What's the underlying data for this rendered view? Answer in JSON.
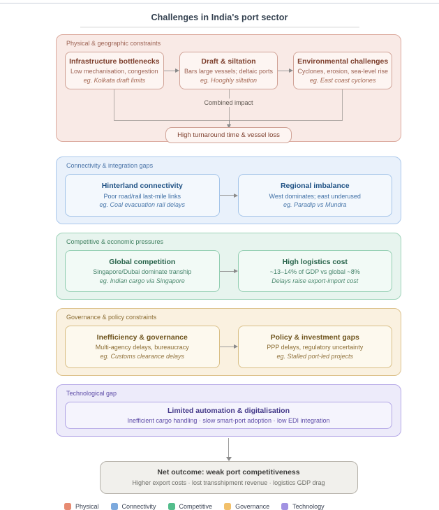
{
  "title": "Challenges in India's port sector",
  "sections": [
    {
      "label": "Physical & geographic constraints",
      "accent": "#e78b72",
      "boxes": [
        {
          "title": "Infrastructure bottlenecks",
          "subtitle": "Low mechanisation, congestion",
          "example": "eg. Kolkata draft limits"
        },
        {
          "title": "Draft & siltation",
          "subtitle": "Bars large vessels; deltaic ports",
          "example": "eg. Hooghly siltation"
        },
        {
          "title": "Environmental challenges",
          "subtitle": "Cyclones, erosion, sea-level rise",
          "example": "eg. East coast cyclones"
        }
      ],
      "combined_label": "Combined impact",
      "outcome": "High turnaround time & vessel loss"
    },
    {
      "label": "Connectivity & integration gaps",
      "accent": "#7ca9dd",
      "boxes": [
        {
          "title": "Hinterland connectivity",
          "subtitle": "Poor road/rail last-mile links",
          "example": "eg. Coal evacuation rail delays"
        },
        {
          "title": "Regional imbalance",
          "subtitle": "West dominates; east underused",
          "example": "eg. Paradip vs Mundra"
        }
      ]
    },
    {
      "label": "Competitive & economic pressures",
      "accent": "#53bd8c",
      "boxes": [
        {
          "title": "Global competition",
          "subtitle": "Singapore/Dubai dominate tranship",
          "example": "eg. Indian cargo via Singapore"
        },
        {
          "title": "High logistics cost",
          "subtitle": "~13–14% of GDP vs global ~8%",
          "example": "Delays raise export-import cost"
        }
      ]
    },
    {
      "label": "Governance & policy constraints",
      "accent": "#f2c06a",
      "boxes": [
        {
          "title": "Inefficiency & governance",
          "subtitle": "Multi-agency delays, bureaucracy",
          "example": "eg. Customs clearance delays"
        },
        {
          "title": "Policy & investment gaps",
          "subtitle": "PPP delays, regulatory uncertainty",
          "example": "eg. Stalled port-led projects"
        }
      ]
    },
    {
      "label": "Technological gap",
      "accent": "#a192e2",
      "boxes": [
        {
          "title": "Limited automation & digitalisation",
          "subtitle": "Inefficient cargo handling · slow smart-port adoption · low EDI integration"
        }
      ]
    }
  ],
  "net_outcome": {
    "title": "Net outcome: weak port competitiveness",
    "subtitle": "Higher export costs · lost transshipment revenue · logistics GDP drag"
  },
  "legend": [
    {
      "label": "Physical",
      "color": "#e78b72"
    },
    {
      "label": "Connectivity",
      "color": "#7ca9dd"
    },
    {
      "label": "Competitive",
      "color": "#53bd8c"
    },
    {
      "label": "Governance",
      "color": "#f2c06a"
    },
    {
      "label": "Technology",
      "color": "#a192e2"
    }
  ]
}
